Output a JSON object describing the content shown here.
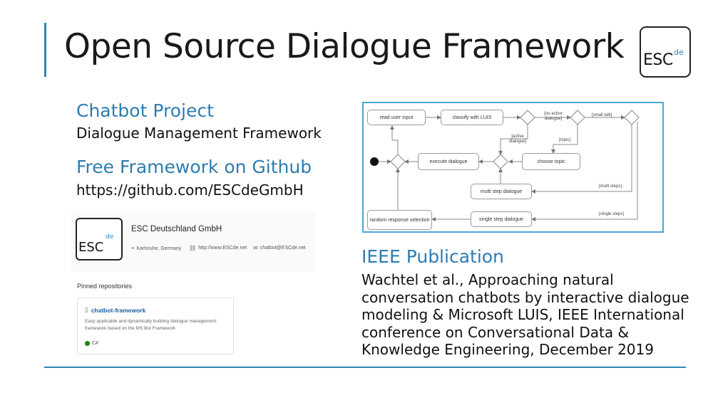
{
  "slide": {
    "title": "Open Source Dialogue Framework",
    "logo": {
      "main": "ESC",
      "sup": "de"
    }
  },
  "left": {
    "heading1": "Chatbot Project",
    "text1": "Dialogue Management Framework",
    "heading2": "Free Framework on Github",
    "text2": "https://github.com/ESCdeGmbH"
  },
  "github": {
    "logo": {
      "main": "ESC",
      "sup": "de"
    },
    "org_name": "ESC Deutschland GmbH",
    "location": "Karlsruhe, Germany",
    "website": "http://www.ESCde.net",
    "email": "chatbot@ESCde.net",
    "pinned_label": "Pinned repositories",
    "repo": {
      "name": "chatbot-framework",
      "description": "Easy applicable and dynamically building dialogue management framework based on the MS Bot Framework",
      "language": "C#",
      "language_color": "#178600"
    }
  },
  "diagram": {
    "nodes": {
      "read_input": "read user input",
      "classify": "classify with LUIS",
      "execute": "execute dialogue",
      "choose_topic": "choose topic",
      "multi_step": "multi step dialogue",
      "random": "random response selection",
      "single_step": "single step dialogue"
    },
    "guards": {
      "no_active": "[no active dialogue]",
      "small_talk": "[small talk]",
      "active": "[active dialogue]",
      "topic": "[topic]",
      "multi_steps": "[multi steps]",
      "single_steps": "[single steps]"
    }
  },
  "publication": {
    "heading": "IEEE Publication",
    "lines": [
      "Wachtel et al., Approaching natural",
      "conversation chatbots by interactive dialogue",
      "modeling & Microsoft LUIS, IEEE International",
      "conference on Conversational Data &",
      "Knowledge Engineering, December 2019"
    ]
  },
  "colors": {
    "accent": "#2e86b5",
    "heading_blue": "#2e7db0",
    "diagram_border": "#4aa6d6"
  }
}
